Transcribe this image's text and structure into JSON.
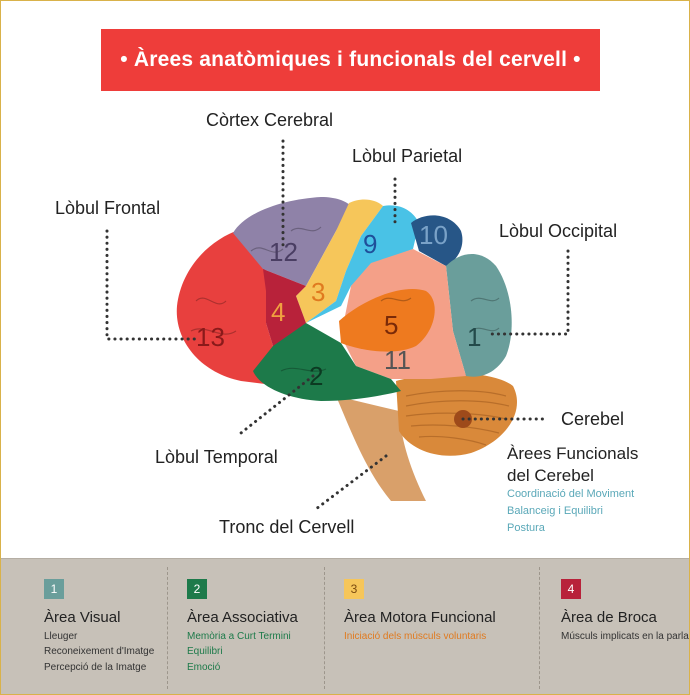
{
  "title": "• Àrees anatòmiques i funcionals del cervell •",
  "labels": {
    "cortex": "Còrtex Cerebral",
    "parietal": "Lòbul Parietal",
    "frontal": "Lòbul Frontal",
    "occipital": "Lòbul Occipital",
    "cerebel": "Cerebel",
    "temporal": "Lòbul Temporal",
    "tronc": "Tronc del Cervell",
    "arees_cerebel": "Àrees Funcionals",
    "arees_cerebel_2": "del Cerebel"
  },
  "cerebel_functions": [
    "Coordinació del Moviment",
    "Balanceig i Equilibri",
    "Postura"
  ],
  "brain_numbers": {
    "n12": "12",
    "n9": "9",
    "n10": "10",
    "n4": "4",
    "n3": "3",
    "n13": "13",
    "n5": "5",
    "n1": "1",
    "n11": "11",
    "n2": "2"
  },
  "colors": {
    "title_bg": "#ee3d3a",
    "frontal": "#e8403e",
    "purple": "#8f82a8",
    "darkred": "#b8223a",
    "yellow": "#f6c65a",
    "cyan": "#49c2e6",
    "navy": "#275687",
    "salmon": "#f4a088",
    "orange": "#ee7a1f",
    "teal": "#6a9e9b",
    "green": "#1d7a4a",
    "cerebel": "#d9893a",
    "stem": "#d9a06a"
  },
  "legend": [
    {
      "num": "1",
      "color": "#6a9e9b",
      "title": "Àrea Visual",
      "item_color": "#333",
      "items": [
        "Lleuger",
        "Reconeixement d'Imatge",
        "Percepció de la Imatge"
      ]
    },
    {
      "num": "2",
      "color": "#1d7a4a",
      "title": "Àrea Associativa",
      "item_color": "#1d7a4a",
      "items": [
        "Memòria a Curt Termini",
        "Equilibri",
        "Emoció"
      ]
    },
    {
      "num": "3",
      "color": "#f6c65a",
      "title": "Àrea Motora Funcional",
      "item_color": "#e07a1f",
      "items": [
        "Iniciació dels músculs voluntaris"
      ]
    },
    {
      "num": "4",
      "color": "#b8223a",
      "title": "Àrea de Broca",
      "item_color": "#333",
      "items": [
        "Músculs implicats en la parla"
      ]
    }
  ]
}
